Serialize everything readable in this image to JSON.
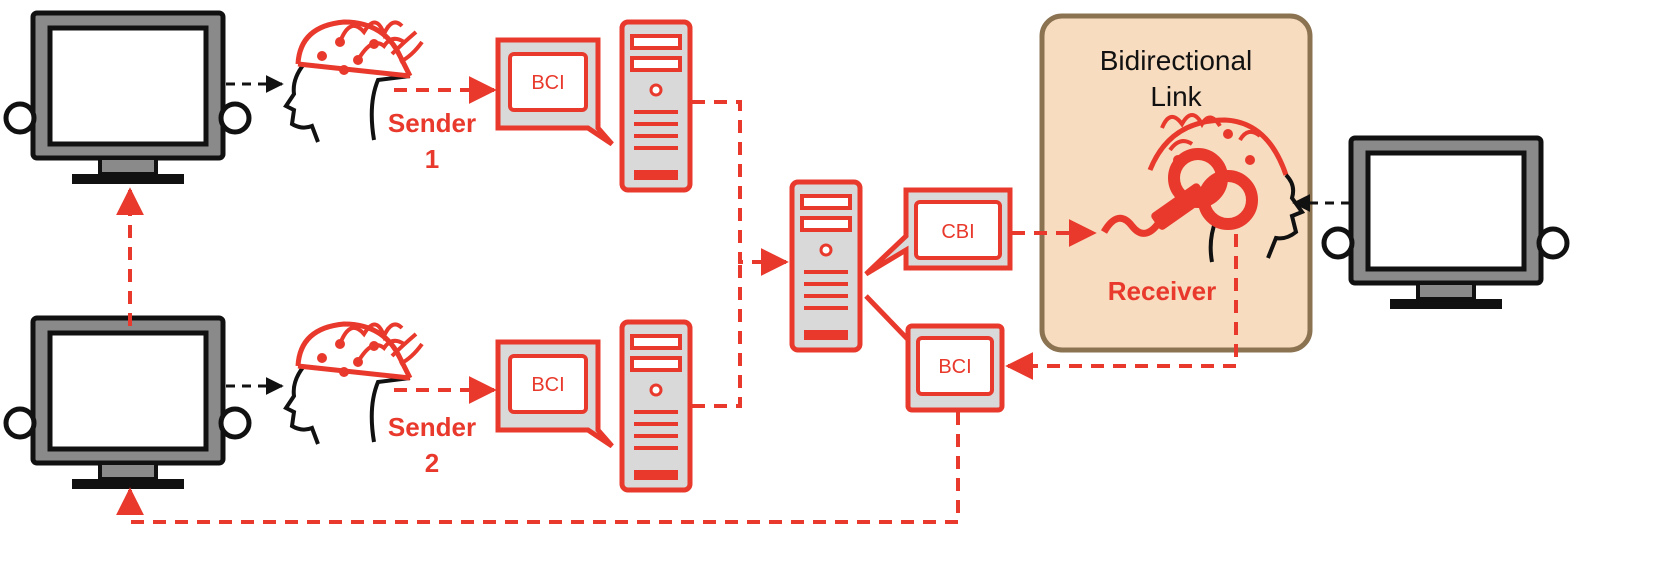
{
  "colors": {
    "accent": "#e8392c",
    "black": "#111111",
    "screen_gray": "#8a8a8a",
    "box_fill": "#d9d9d9",
    "link_panel_fill": "#f8dcbf",
    "link_panel_border": "#8b7351"
  },
  "link_panel": {
    "title_line1": "Bidirectional",
    "title_line2": "Link"
  },
  "senders": [
    {
      "label": "Sender",
      "number": "1",
      "module": "BCI"
    },
    {
      "label": "Sender",
      "number": "2",
      "module": "BCI"
    }
  ],
  "hub": {
    "cbi_module": "CBI",
    "bci_module": "BCI"
  },
  "receiver": {
    "label": "Receiver"
  },
  "icons": [
    "monitor-icon",
    "eeg-head-icon",
    "computer-tower-icon",
    "tms-coil-icon"
  ]
}
